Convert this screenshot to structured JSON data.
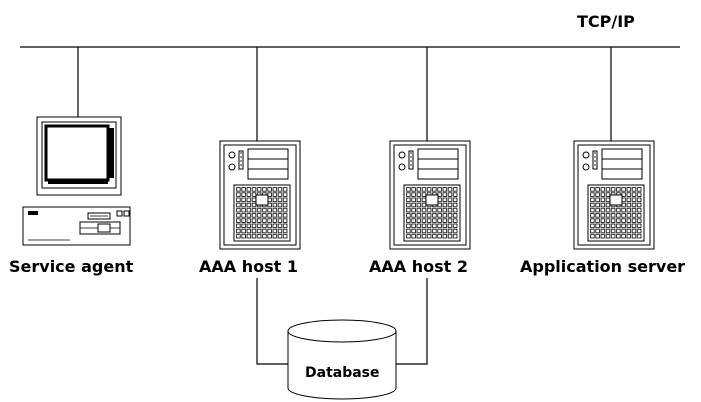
{
  "network": {
    "label": "TCP/IP"
  },
  "nodes": {
    "service_agent": {
      "label": "Service agent",
      "icon": "desktop-computer-icon"
    },
    "aaa_host_1": {
      "label": "AAA host 1",
      "icon": "tower-server-icon"
    },
    "aaa_host_2": {
      "label": "AAA host 2",
      "icon": "tower-server-icon"
    },
    "application_server": {
      "label": "Application server",
      "icon": "tower-server-icon"
    }
  },
  "database": {
    "label": "Database",
    "icon": "database-cylinder-icon"
  },
  "colors": {
    "line": "#000000",
    "background": "#ffffff"
  }
}
